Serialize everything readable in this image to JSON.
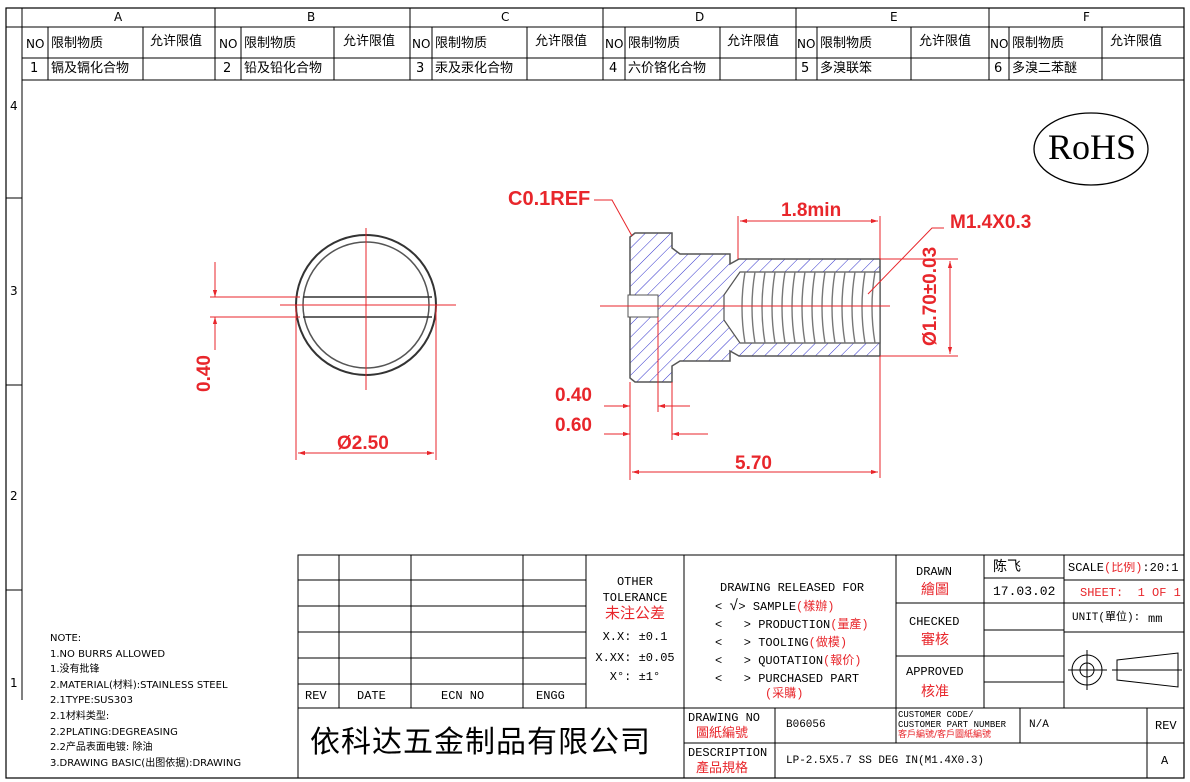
{
  "zone_columns": [
    "A",
    "B",
    "C",
    "D",
    "E",
    "F"
  ],
  "zone_rows": [
    "4",
    "3",
    "2",
    "1"
  ],
  "rohs_table": {
    "header": {
      "no": "NO",
      "substance": "限制物质",
      "limit": "允许限值"
    },
    "items": [
      {
        "no": "1",
        "substance": "镉及镉化合物",
        "limit": ""
      },
      {
        "no": "2",
        "substance": "铅及铅化合物",
        "limit": ""
      },
      {
        "no": "3",
        "substance": "汞及汞化合物",
        "limit": ""
      },
      {
        "no": "4",
        "substance": "六价铬化合物",
        "limit": ""
      },
      {
        "no": "5",
        "substance": "多溴联笨",
        "limit": ""
      },
      {
        "no": "6",
        "substance": "多溴二苯醚",
        "limit": ""
      }
    ]
  },
  "rohs_mark": "RoHS",
  "dimensions": {
    "chamfer": "C0.1REF",
    "thread_length": "1.8min",
    "thread": "M1.4X0.3",
    "thread_dia": "Ø1.70±0.03",
    "slot_width": "0.40",
    "head_dia": "Ø2.50",
    "slot_depth": "0.40",
    "head_height": "0.60",
    "total_length": "5.70"
  },
  "notes": [
    "NOTE:",
    "1.NO BURRS ALLOWED",
    "1.没有批锋",
    "2.MATERIAL(材料):STAINLESS STEEL",
    "2.1TYPE:SUS303",
    "2.1材料类型:",
    "2.2PLATING:DEGREASING",
    "2.2产品表面电镀: 除油",
    "3.DRAWING BASIC(出图依据):DRAWING"
  ],
  "title_block": {
    "rev_headers": {
      "rev": "REV",
      "date": "DATE",
      "ecn": "ECN NO",
      "engg": "ENGG"
    },
    "tolerance": {
      "title_en_1": "OTHER",
      "title_en_2": "TOLERANCE",
      "title_cn": "未注公差",
      "x_x": "X.X: ±0.1",
      "x_xx": "X.XX: ±0.05",
      "angle": "X°: ±1°"
    },
    "release": {
      "title": "DRAWING RELEASED FOR",
      "options": [
        {
          "en": "SAMPLE",
          "cn": "(樣辦)",
          "checked": true
        },
        {
          "en": "PRODUCTION",
          "cn": "(量產)",
          "checked": false
        },
        {
          "en": "TOOLING",
          "cn": "(做模)",
          "checked": false
        },
        {
          "en": "QUOTATION",
          "cn": "(報价)",
          "checked": false
        },
        {
          "en": "PURCHASED PART",
          "cn": "(采購)",
          "checked": false
        }
      ],
      "check_mark": "√"
    },
    "drawn_label_en": "DRAWN",
    "drawn_label_cn": "繪圖",
    "drawn_name": "陈飞",
    "drawn_date": "17.03.02",
    "checked_label_en": "CHECKED",
    "checked_label_cn": "審核",
    "approved_label_en": "APPROVED",
    "approved_label_cn": "核准",
    "scale_label": "SCALE",
    "scale_label_cn": "(比例)",
    "scale_value": ":20:1",
    "sheet": "SHEET:  1 OF 1",
    "unit_label": "UNIT(單位):",
    "unit_value": "mm",
    "company": "依科达五金制品有限公司",
    "drawing_no_label": "DRAWING NO",
    "drawing_no_label_cn": "圖紙編號",
    "drawing_no": "B06056",
    "customer_code_label_1": "CUSTOMER CODE/",
    "customer_code_label_2": "CUSTOMER PART NUMBER",
    "customer_code_label_cn": "客戶編號/客戶圖紙編號",
    "customer_code": "N/A",
    "rev_label": "REV",
    "rev_value": "A",
    "description_label": "DESCRIPTION",
    "description_label_cn": "產品規格",
    "description": "LP-2.5X5.7 SS DEG IN(M1.4X0.3)"
  }
}
